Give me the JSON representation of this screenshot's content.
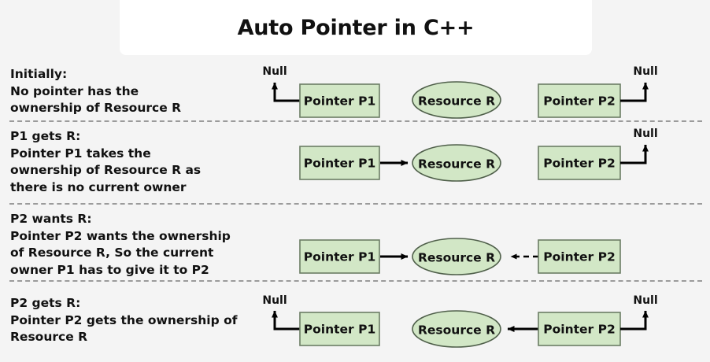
{
  "header": {
    "title": "Auto Pointer in C++"
  },
  "theme": {
    "background": "#f4f4f4",
    "banner_background": "#ffffff",
    "node_fill": "#d2e7c6",
    "node_stroke": "#6b7d64",
    "text_color": "#111111",
    "separator_color": "#9b9b9b",
    "arrow_color": "#000000"
  },
  "labels": {
    "pointer_p1": "Pointer P1",
    "pointer_p2": "Pointer P2",
    "resource_r": "Resource R",
    "null": "Null"
  },
  "rows": [
    {
      "id": "initially",
      "heading": "Initially:",
      "description": "No pointer has the\nownership of Resource R",
      "nodes": {
        "p1": "Pointer P1",
        "resource": "Resource R",
        "p2": "Pointer P2"
      },
      "connections": [
        {
          "from": "p1",
          "to": "null",
          "style": "solid",
          "direction": "left-up"
        },
        {
          "from": "p2",
          "to": "null",
          "style": "solid",
          "direction": "right-up"
        }
      ]
    },
    {
      "id": "p1-gets-r",
      "heading": "P1 gets R:",
      "description": "Pointer P1 takes the\nownership of Resource R as\nthere is no current owner",
      "nodes": {
        "p1": "Pointer P1",
        "resource": "Resource R",
        "p2": "Pointer P2"
      },
      "connections": [
        {
          "from": "p1",
          "to": "resource",
          "style": "solid",
          "direction": "right"
        },
        {
          "from": "p2",
          "to": "null",
          "style": "solid",
          "direction": "right-up"
        }
      ]
    },
    {
      "id": "p2-wants-r",
      "heading": "P2 wants R:",
      "description": "Pointer P2 wants the ownership\nof Resource R, So the current\nowner P1 has to give it to P2",
      "nodes": {
        "p1": "Pointer P1",
        "resource": "Resource R",
        "p2": "Pointer P2"
      },
      "connections": [
        {
          "from": "p1",
          "to": "resource",
          "style": "solid",
          "direction": "right"
        },
        {
          "from": "p2",
          "to": "resource",
          "style": "dashed",
          "direction": "left"
        }
      ]
    },
    {
      "id": "p2-gets-r",
      "heading": "P2 gets R:",
      "description": "Pointer P2 gets the ownership of\nResource R",
      "nodes": {
        "p1": "Pointer P1",
        "resource": "Resource R",
        "p2": "Pointer P2"
      },
      "connections": [
        {
          "from": "p1",
          "to": "null",
          "style": "solid",
          "direction": "left-up"
        },
        {
          "from": "p2",
          "to": "resource",
          "style": "solid",
          "direction": "left"
        },
        {
          "from": "p2",
          "to": "null",
          "style": "solid",
          "direction": "right-up"
        }
      ]
    }
  ]
}
